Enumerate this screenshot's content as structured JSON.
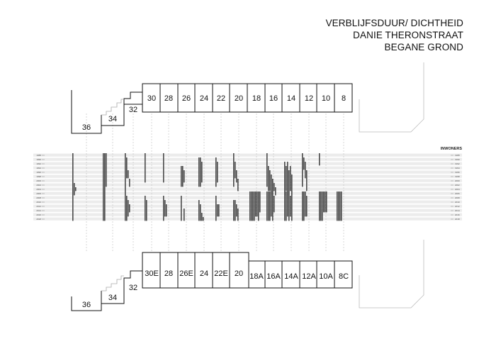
{
  "title": {
    "line1": "VERBLIJFSDUUR/ DICHTHEID",
    "line2": "DANIE THERONSTRAAT",
    "line3": "BEGANE GROND"
  },
  "axis_label": "INWONERS",
  "years": [
    "1988",
    "1990",
    "1992",
    "1994",
    "1996",
    "1998",
    "2000",
    "2002",
    "2004",
    "2006",
    "2008",
    "2010",
    "2012",
    "2014",
    "2016",
    "2018"
  ],
  "top_units": [
    "36",
    "34",
    "32",
    "30",
    "28",
    "26",
    "24",
    "22",
    "20",
    "18",
    "16",
    "14",
    "12",
    "10",
    "8"
  ],
  "bottom_units": [
    "36",
    "34",
    "32",
    "30E",
    "28",
    "26E",
    "24",
    "22E",
    "20",
    "18A",
    "16A",
    "14A",
    "12A",
    "10A",
    "8C"
  ],
  "colors": {
    "bar": "#4a4a4a",
    "stripe": "#ececec",
    "line": "#111111",
    "guide": "#bdbdbd"
  }
}
